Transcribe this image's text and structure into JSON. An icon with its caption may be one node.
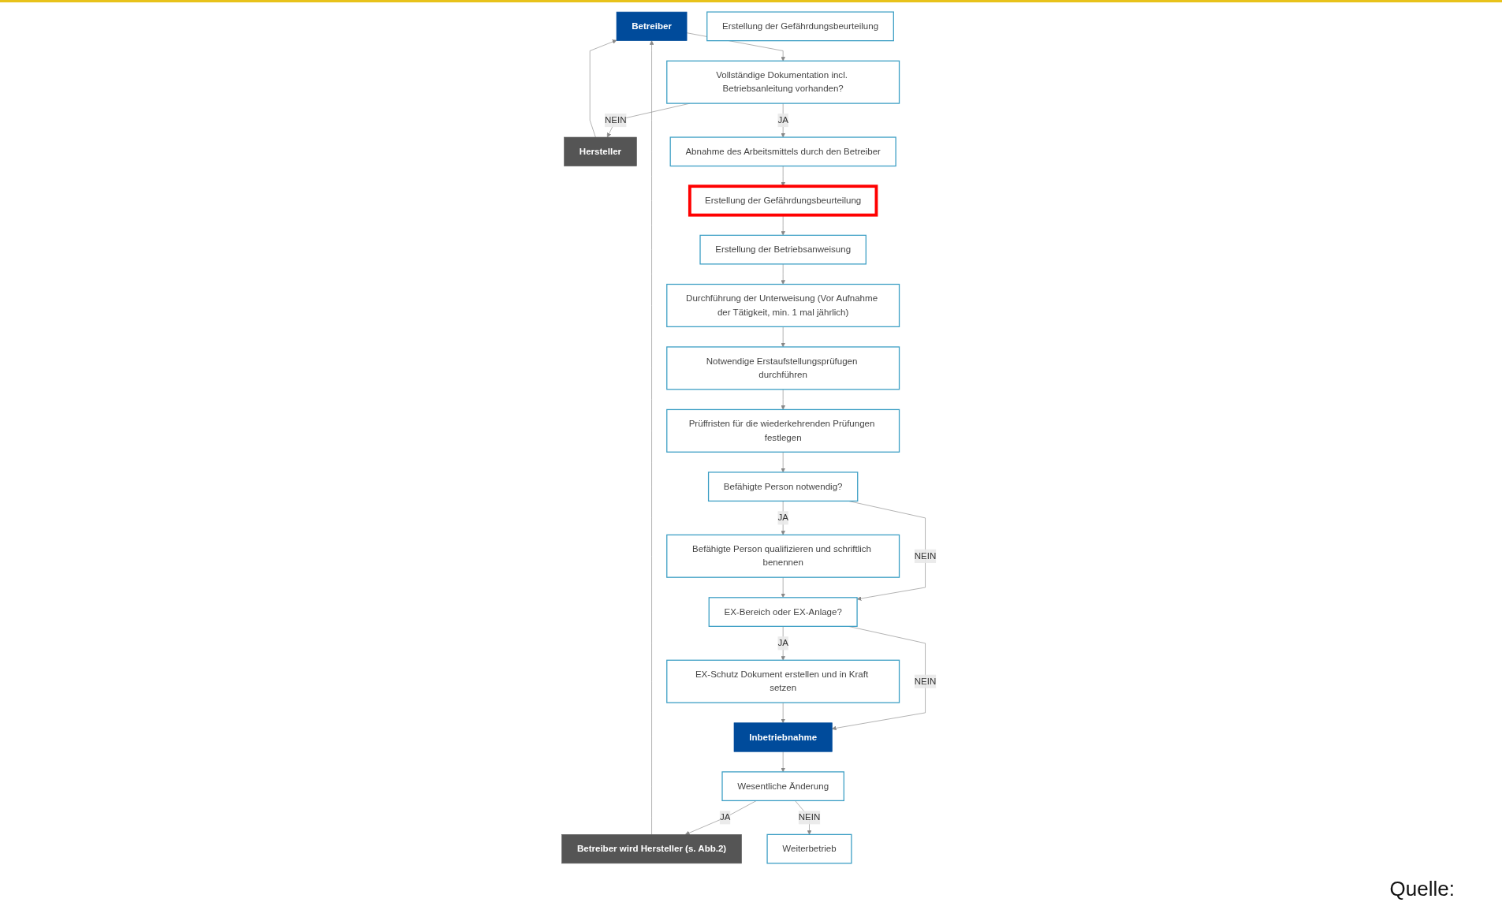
{
  "diagram": {
    "nodes": [
      {
        "text": [
          "Betreiber"
        ]
      },
      {
        "text": [
          "Vollständige Dokumentation incl. Betriebsanleitung vorhanden?"
        ]
      },
      {
        "text": [
          "Hersteller"
        ]
      },
      {
        "text": [
          "Abnahme des Arbeitsmittels durch den Betreiber"
        ]
      },
      {
        "text": [
          "Erstellung der Gefährdungsbeurteilung"
        ]
      },
      {
        "text": [
          "Erstellung der Betriebsanweisung"
        ]
      },
      {
        "text": [
          "Durchführung der Unterweisung (Vor Aufnahme der Tätigkeit, min. 1 mal jährlich)"
        ]
      },
      {
        "text": [
          "Notwendige Erstaufstellungsprüfugen durchführen"
        ]
      },
      {
        "text": [
          "Prüffristen für die wiederkehrenden Prüfungen festlegen"
        ]
      },
      {
        "text": [
          "Befähigte Person notwendig?"
        ]
      },
      {
        "text": [
          "Befähigte Person qualifizieren und schriftlich benennen"
        ]
      },
      {
        "text": [
          "EX-Bereich oder EX-Anlage?"
        ]
      },
      {
        "text": [
          "EX-Schutz Dokument erstellen und in Kraft setzen"
        ]
      },
      {
        "text": [
          "Inbetriebnahme"
        ]
      },
      {
        "text": [
          "Wesentliche Änderung"
        ]
      },
      {
        "text": [
          "Betreiber wird Hersteller (s. Abb.2)"
        ]
      },
      {
        "text": [
          "Weiterbetrieb"
        ]
      },
      {
        "text": [
          "Erstellung der Gefährdungsbeurteilung"
        ]
      }
    ],
    "edges": [
      {
        "from": 0,
        "to": 1,
        "arrow": "to"
      },
      {
        "from": 1,
        "to": 2,
        "label": "NEIN",
        "arrow": "to"
      },
      {
        "from": 1,
        "to": 3,
        "label": "JA",
        "arrow": "to"
      },
      {
        "from": 3,
        "to": 4,
        "arrow": "to"
      },
      {
        "from": 4,
        "to": 5,
        "arrow": "to"
      },
      {
        "from": 5,
        "to": 6,
        "arrow": "to"
      },
      {
        "from": 6,
        "to": 7,
        "arrow": "to"
      },
      {
        "from": 7,
        "to": 8,
        "arrow": "to"
      },
      {
        "from": 8,
        "to": 9,
        "arrow": "to"
      },
      {
        "from": 9,
        "to": 10,
        "label": "JA",
        "arrow": "to"
      },
      {
        "from": 9,
        "to": 11,
        "label": "NEIN",
        "arrow": "to"
      },
      {
        "from": 10,
        "to": 11,
        "arrow": "to"
      },
      {
        "from": 11,
        "to": 12,
        "label": "JA",
        "arrow": "to"
      },
      {
        "from": 11,
        "to": 13,
        "label": "NEIN",
        "arrow": "to"
      },
      {
        "from": 12,
        "to": 13,
        "arrow": "to"
      },
      {
        "from": 13,
        "to": 14,
        "arrow": "to"
      },
      {
        "from": 14,
        "to": 15,
        "label": "JA",
        "arrow": "to"
      },
      {
        "from": 14,
        "to": 16,
        "label": "NEIN",
        "arrow": "to"
      },
      {
        "from": 2,
        "to": 0,
        "arrow": "to"
      },
      {
        "from": 15,
        "to": 0,
        "arrow": "to"
      }
    ],
    "labels": [
      "Quelle:"
    ]
  }
}
